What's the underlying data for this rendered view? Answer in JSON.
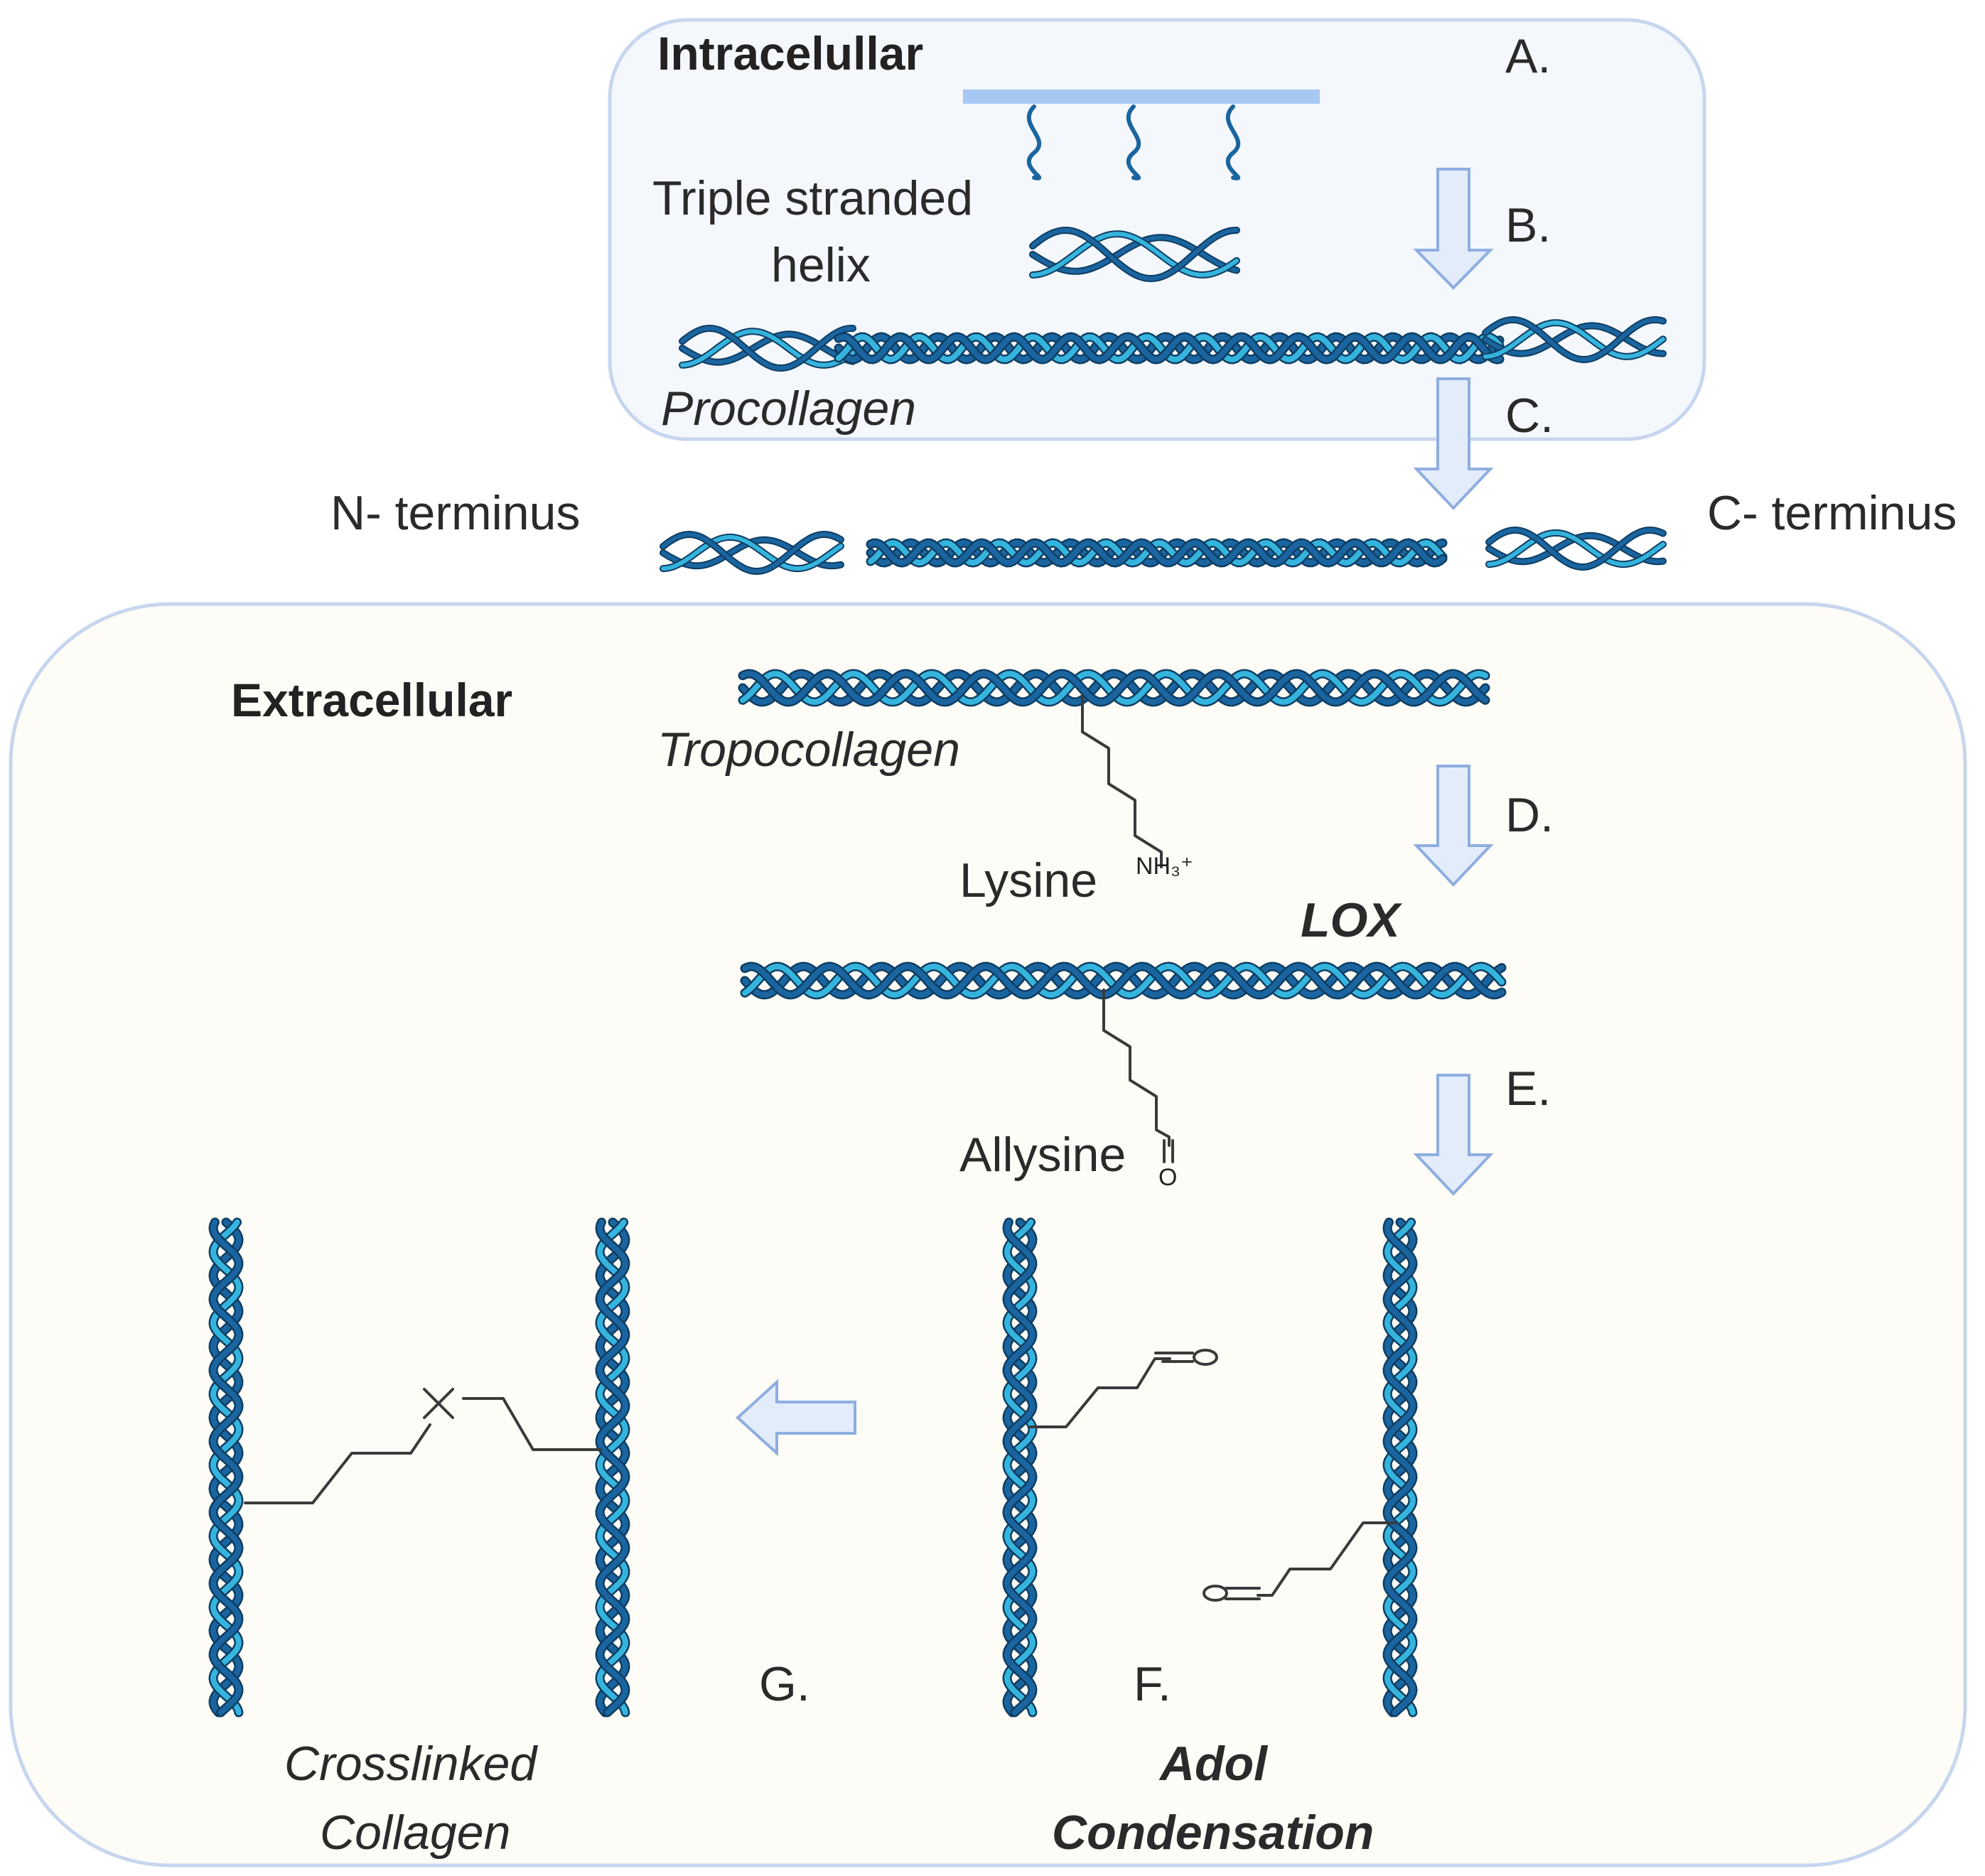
{
  "colors": {
    "strand_dark": "#1a65a0",
    "strand_light": "#35b4dd",
    "strand_edge": "#0f3d62",
    "arrow_fill": "#e3ecfa",
    "arrow_stroke": "#8eaee0",
    "membrane": "#a6c8f2",
    "intracellular_bg": "#f4f8fd",
    "extracellular_bg": "#fdfcf7",
    "box_border": "#c7d6ee"
  },
  "icons": {
    "step_arrow": "down-arrow-icon",
    "reverse_arrow": "left-arrow-icon"
  },
  "intracellular": {
    "title": "Intracelullar",
    "helix_label_line1": "Triple stranded",
    "helix_label_line2": "helix",
    "procollagen_label": "Procollagen"
  },
  "terminus": {
    "n_label": "N- terminus",
    "c_label": "C- terminus"
  },
  "extracellular": {
    "title": "Extracellular",
    "tropocollagen_label": "Tropocollagen",
    "lysine_label": "Lysine",
    "lysine_group": "NH₃⁺",
    "enzyme_label": "LOX",
    "allysine_label": "Allysine",
    "aldehyde_o": "O",
    "crosslinked_line1": "Crosslinked",
    "crosslinked_line2": "Collagen",
    "adol_line1": "Adol",
    "adol_line2": "Condensation"
  },
  "steps": {
    "a": "A.",
    "b": "B.",
    "c": "C.",
    "d": "D.",
    "e": "E.",
    "f": "F.",
    "g": "G."
  }
}
